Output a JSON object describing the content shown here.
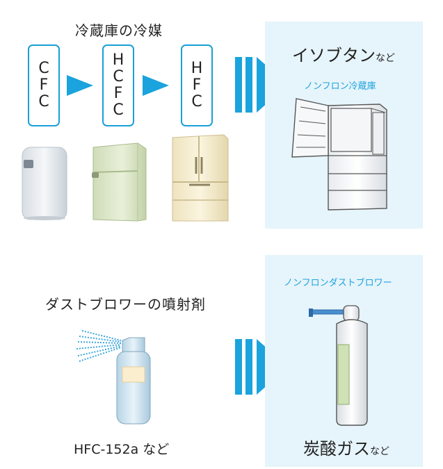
{
  "top": {
    "heading": "冷蔵庫の冷媒",
    "refrigerants": [
      {
        "chars": [
          "C",
          "F",
          "C"
        ]
      },
      {
        "chars": [
          "H",
          "C",
          "F",
          "C"
        ]
      },
      {
        "chars": [
          "H",
          "F",
          "C"
        ]
      }
    ],
    "result_main": "イソブタン",
    "result_suffix": "など",
    "result_caption": "ノンフロン冷蔵庫"
  },
  "bottom": {
    "heading": "ダストブロワーの噴射剤",
    "source_label": "HFC-152a など",
    "result_caption": "ノンフロンダストブロワー",
    "result_main": "炭酸ガス",
    "result_suffix": "など"
  },
  "colors": {
    "accent": "#1aa3dd",
    "panel": "#e6f4fb"
  }
}
